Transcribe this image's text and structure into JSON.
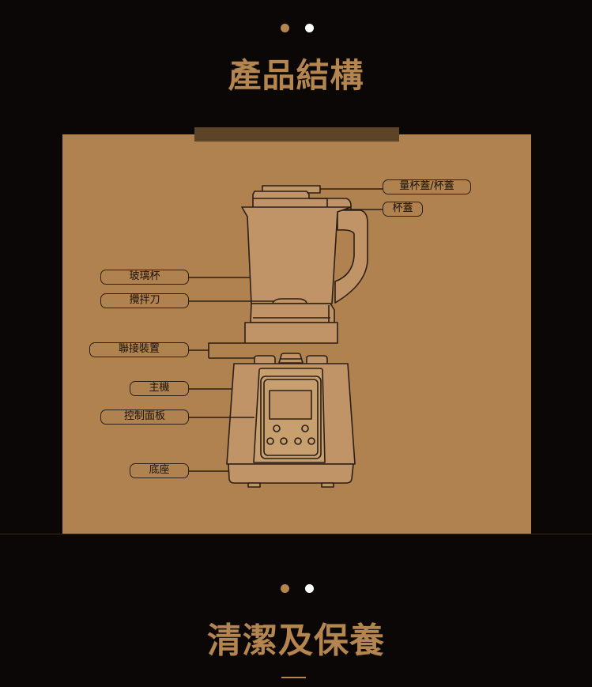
{
  "colors": {
    "background": "#0a0706",
    "accent": "#b58550",
    "panel": "#b0824f",
    "panel_tab": "#5e4427",
    "line": "#2b1f14"
  },
  "section1": {
    "title": "產品結構"
  },
  "section2": {
    "title": "清潔及保養"
  },
  "parts": {
    "measuring_lid": "量杯蓋/杯蓋",
    "lid": "杯蓋",
    "glass_jar": "玻璃杯",
    "blade": "攪拌刀",
    "coupling": "聯接裝置",
    "motor_unit": "主機",
    "control_panel": "控制面板",
    "base": "底座"
  }
}
